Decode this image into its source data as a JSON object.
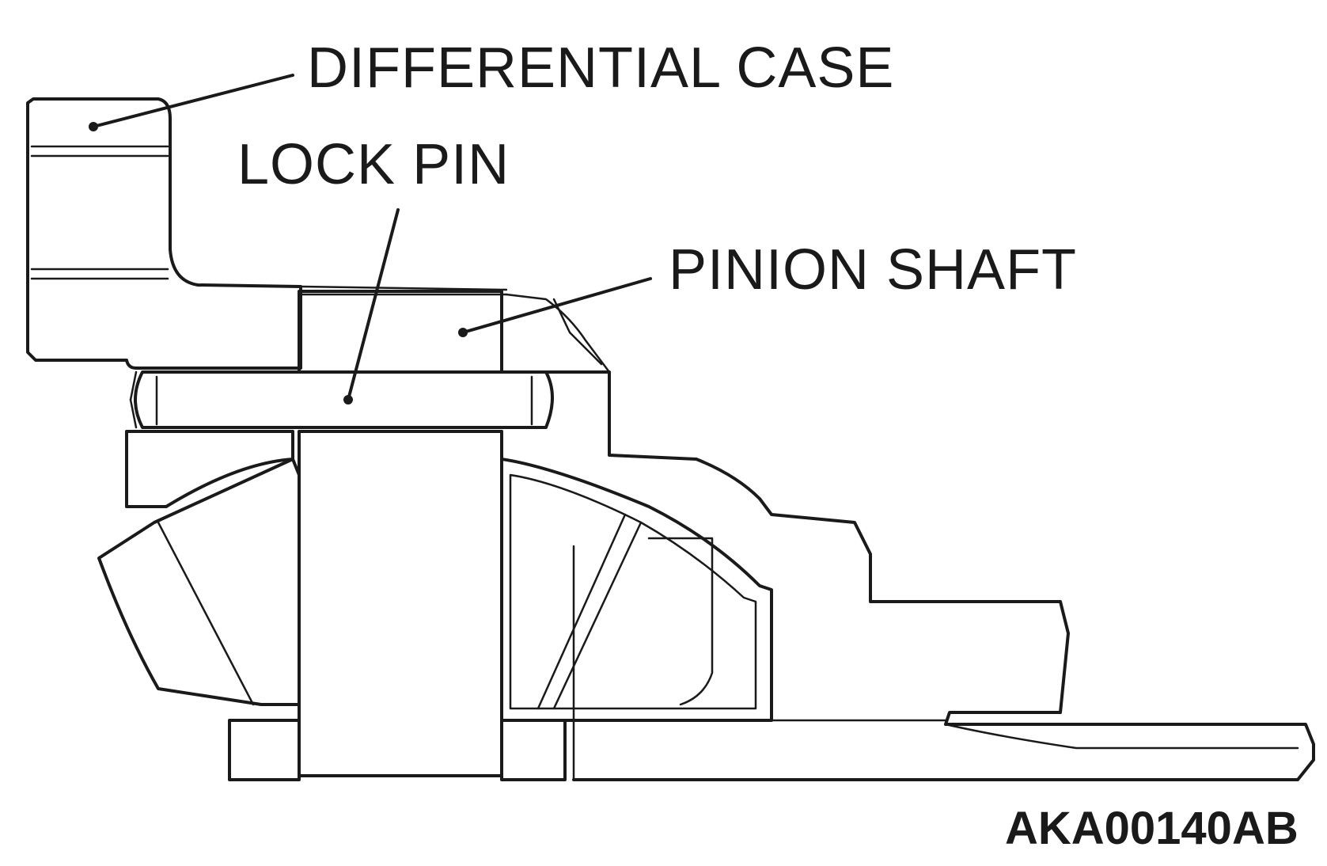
{
  "labels": {
    "differential_case": "DIFFERENTIAL CASE",
    "lock_pin": "LOCK PIN",
    "pinion_shaft": "PINION SHAFT",
    "figure_code": "AKA00140AB"
  }
}
